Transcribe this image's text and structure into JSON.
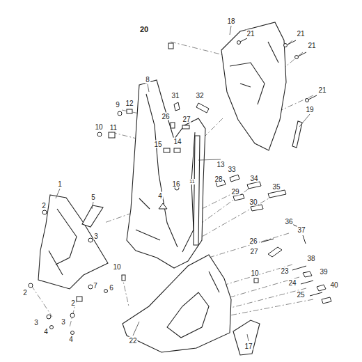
{
  "diagram": {
    "labels": [
      "20",
      "18",
      "21",
      "21",
      "21",
      "21",
      "19",
      "8",
      "31",
      "32",
      "9",
      "12",
      "26",
      "27",
      "10",
      "11",
      "15",
      "14",
      "13",
      "33",
      "34",
      "28",
      "16",
      "11",
      "29",
      "35",
      "30",
      "1",
      "5",
      "2",
      "4",
      "3",
      "36",
      "37",
      "26",
      "27",
      "10",
      "10",
      "38",
      "23",
      "39",
      "24",
      "40",
      "25",
      "7",
      "6",
      "2",
      "2",
      "3",
      "3",
      "4",
      "4",
      "22",
      "17"
    ]
  }
}
